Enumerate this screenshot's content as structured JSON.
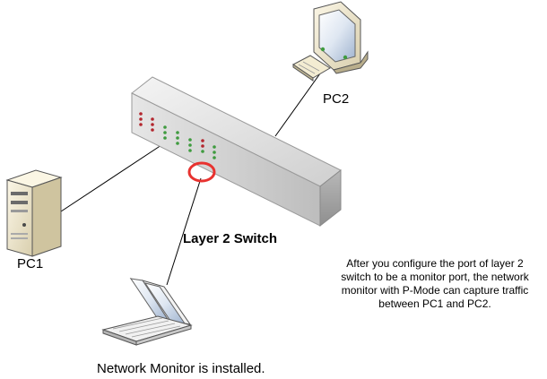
{
  "labels": {
    "pc1": "PC1",
    "pc2": "PC2",
    "switch": "Layer 2 Switch",
    "monitor": "Network Monitor is installed."
  },
  "caption": {
    "lines": [
      "After you configure the port of layer 2",
      "switch to be a monitor port, the network",
      "monitor with P-Mode can capture traffic",
      "between PC1 and PC2."
    ]
  },
  "colors": {
    "monitor_port_ring": "#e8322f",
    "led_red": "#b3262e",
    "led_green": "#3f9b3f",
    "switch_body": "#d8d8d8",
    "device_beige": "#efe6c8"
  },
  "icons": {
    "switch": "layer2-switch-icon",
    "pc1": "desktop-tower-icon",
    "pc2": "crt-monitor-keyboard-icon",
    "monitor": "laptop-icon"
  }
}
